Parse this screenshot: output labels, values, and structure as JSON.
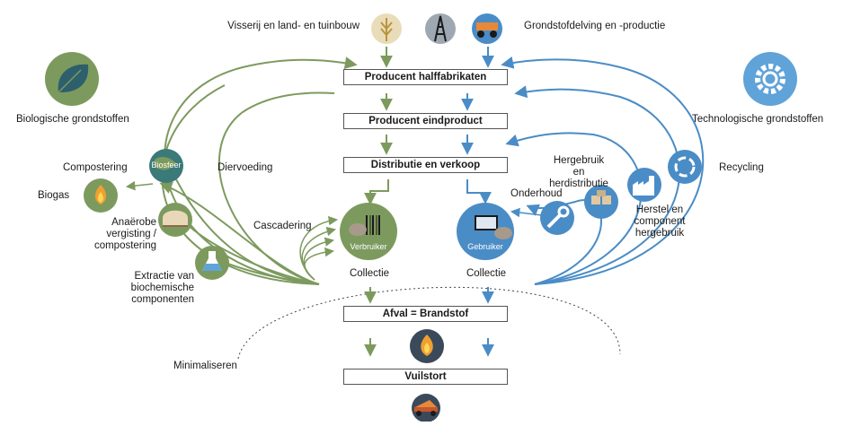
{
  "colors": {
    "green": "#7d9a5e",
    "blue": "#4a8cc6",
    "dark": "#3b4a5a",
    "light_blue": "#4a90d0",
    "teal": "#3a7a78"
  },
  "icons": {
    "biological": "leaf-icon",
    "technological": "gear-icon",
    "fisheries": "wheat-icon",
    "mining_tower": "oil-derrick-icon",
    "mining_truck": "mining-truck-icon",
    "waste_energy": "flame-icon",
    "landfill": "dump-truck-icon",
    "biogas": "flame-icon",
    "anaerobic": "digester-icon",
    "extraction": "flask-icon",
    "maintenance": "wrench-icon",
    "reuse": "boxes-icon",
    "refurbish": "factory-icon",
    "recycling": "recycle-icon",
    "consumer": "barcode-icon",
    "user": "monitor-icon"
  },
  "labels": {
    "fisheries": "Visserij en land- en tuinbouw",
    "mining": "Grondstofdelving en -productie",
    "biological": "Biologische grondstoffen",
    "technological": "Technologische grondstoffen",
    "composting": "Compostering",
    "biosphere": "Biosfeer",
    "biogas": "Biogas",
    "anaerobic": "Anaërobe vergisting / compostering",
    "extraction": "Extractie van biochemische componenten",
    "animal_feed": "Diervoeding",
    "cascading": "Cascadering",
    "consumer": "Verbruiker",
    "user": "Gebruiker",
    "collection_left": "Collectie",
    "collection_right": "Collectie",
    "maintenance": "Onderhoud",
    "reuse": "Hergebruik en herdistributie",
    "refurbish": "Herstel en component hergebruik",
    "recycling": "Recycling",
    "minimise": "Minimaliseren"
  },
  "boxes": {
    "semi": "Producent halffabrikaten",
    "final": "Producent eindproduct",
    "distribution": "Distributie en verkoop",
    "waste": "Afval = Brandstof",
    "landfill": "Vuilstort"
  }
}
